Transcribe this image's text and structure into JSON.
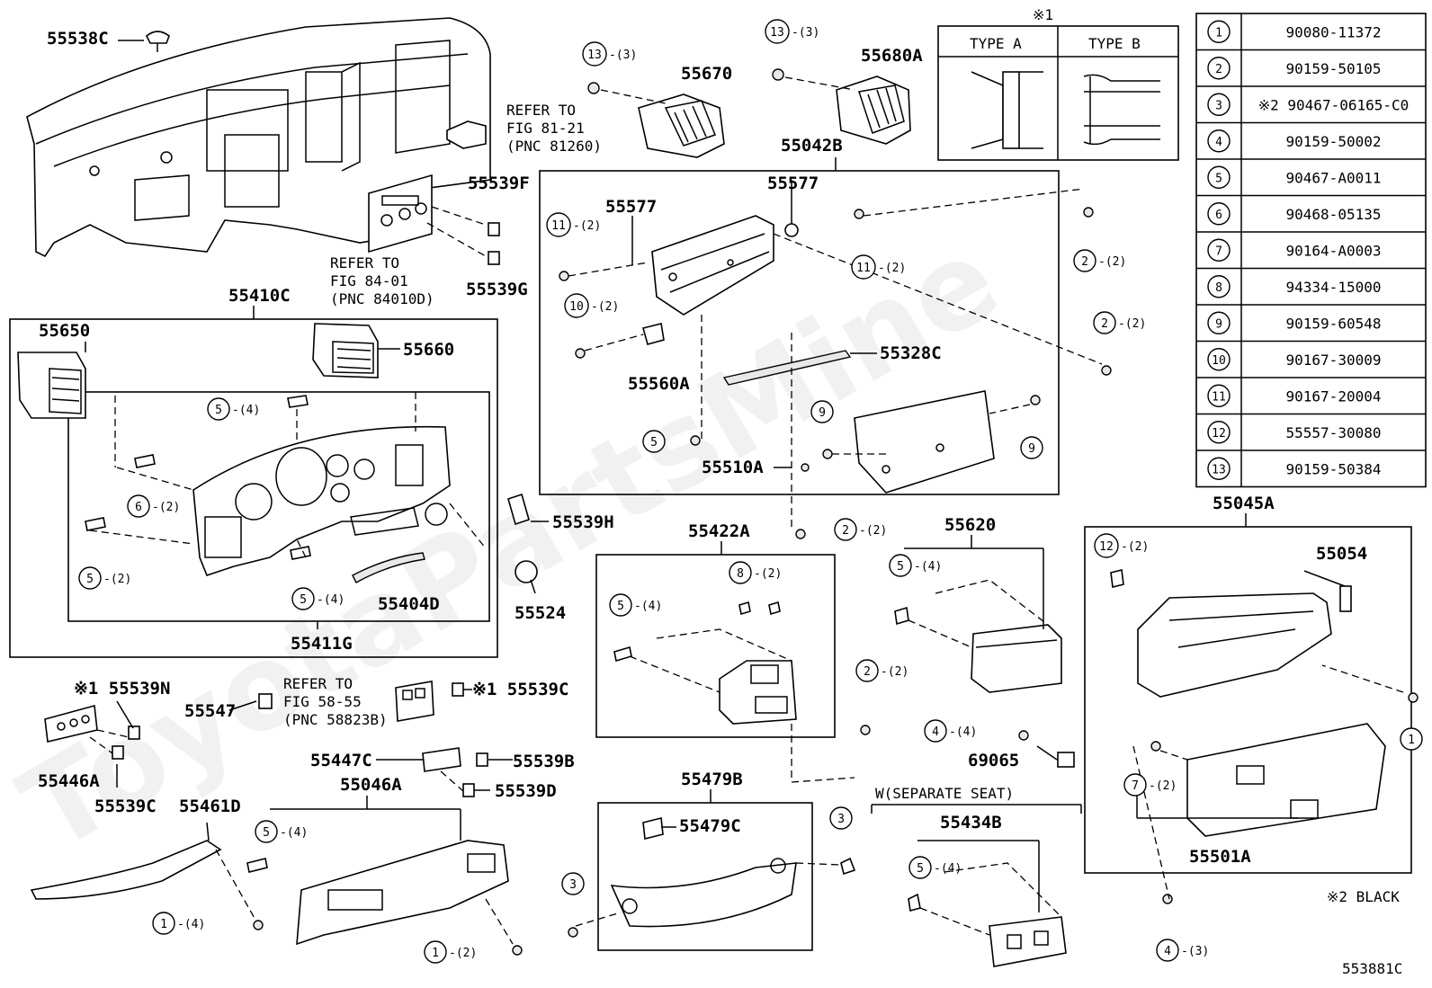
{
  "watermark": "ToyotaPartsMine",
  "image_code": "553881C",
  "footnote": "※2 BLACK",
  "type_box": {
    "mark": "※1",
    "type_a": "TYPE A",
    "type_b": "TYPE B"
  },
  "fastener_table": [
    {
      "no": "1",
      "part": "90080-11372"
    },
    {
      "no": "2",
      "part": "90159-50105"
    },
    {
      "no": "3",
      "part": "※2 90467-06165-C0"
    },
    {
      "no": "4",
      "part": "90159-50002"
    },
    {
      "no": "5",
      "part": "90467-A0011"
    },
    {
      "no": "6",
      "part": "90468-05135"
    },
    {
      "no": "7",
      "part": "90164-A0003"
    },
    {
      "no": "8",
      "part": "94334-15000"
    },
    {
      "no": "9",
      "part": "90159-60548"
    },
    {
      "no": "10",
      "part": "90167-30009"
    },
    {
      "no": "11",
      "part": "90167-20004"
    },
    {
      "no": "12",
      "part": "55557-30080"
    },
    {
      "no": "13",
      "part": "90159-50384"
    }
  ],
  "part_labels": {
    "p55538C": "55538C",
    "p55670": "55670",
    "p55680A": "55680A",
    "p55042B": "55042B",
    "p55577a": "55577",
    "p55577b": "55577",
    "p55539F": "55539F",
    "p55539G": "55539G",
    "p55410C": "55410C",
    "p55650": "55650",
    "p55660": "55660",
    "p55560A": "55560A",
    "p55328C": "55328C",
    "p55510A": "55510A",
    "p55539H": "55539H",
    "p55524": "55524",
    "p55404D": "55404D",
    "p55411G": "55411G",
    "p55422A": "55422A",
    "p55620": "55620",
    "p55045A": "55045A",
    "p55054": "55054",
    "p55539N": "※1 55539N",
    "p55547": "55547",
    "p55539C_top": "※1 55539C",
    "p55446A": "55446A",
    "p55447C": "55447C",
    "p55539B": "55539B",
    "p55539D": "55539D",
    "p55539C_bot": "55539C",
    "p55461D": "55461D",
    "p55046A": "55046A",
    "p55479B": "55479B",
    "p55479C": "55479C",
    "p55434B": "55434B",
    "p69065": "69065",
    "p55501A": "55501A"
  },
  "refer_notes": {
    "r1": [
      "REFER TO",
      "FIG 81-21",
      "(PNC 81260)"
    ],
    "r2": [
      "REFER TO",
      "FIG 84-01",
      "(PNC 84010D)"
    ],
    "r3": [
      "REFER TO",
      "FIG 58-55",
      "(PNC 58823B)"
    ]
  },
  "separate_seat": "W(SEPARATE SEAT)",
  "callouts": [
    {
      "id": "c13a",
      "no": "13",
      "qty": "-(3)"
    },
    {
      "id": "c13b",
      "no": "13",
      "qty": "-(3)"
    },
    {
      "id": "c11a",
      "no": "11",
      "qty": "-(2)"
    },
    {
      "id": "c11b",
      "no": "11",
      "qty": "-(2)"
    },
    {
      "id": "c2a",
      "no": "2",
      "qty": "-(2)"
    },
    {
      "id": "c2b",
      "no": "2",
      "qty": "-(2)"
    },
    {
      "id": "c10",
      "no": "10",
      "qty": "-(2)"
    },
    {
      "id": "c9a",
      "no": "9",
      "qty": ""
    },
    {
      "id": "c9b",
      "no": "9",
      "qty": ""
    },
    {
      "id": "c5a",
      "no": "5",
      "qty": ""
    },
    {
      "id": "c2c",
      "no": "2",
      "qty": "-(2)"
    },
    {
      "id": "c5b",
      "no": "5",
      "qty": "-(4)"
    },
    {
      "id": "c6",
      "no": "6",
      "qty": "-(2)"
    },
    {
      "id": "c5c",
      "no": "5",
      "qty": "-(2)"
    },
    {
      "id": "c5d",
      "no": "5",
      "qty": "-(4)"
    },
    {
      "id": "c5e",
      "no": "5",
      "qty": "-(4)"
    },
    {
      "id": "c8",
      "no": "8",
      "qty": "-(2)"
    },
    {
      "id": "c5f",
      "no": "5",
      "qty": "-(4)"
    },
    {
      "id": "c2d",
      "no": "2",
      "qty": "-(2)"
    },
    {
      "id": "c4a",
      "no": "4",
      "qty": "-(4)"
    },
    {
      "id": "c12",
      "no": "12",
      "qty": "-(2)"
    },
    {
      "id": "c7",
      "no": "7",
      "qty": "-(2)"
    },
    {
      "id": "c1a",
      "no": "1",
      "qty": ""
    },
    {
      "id": "c5g",
      "no": "5",
      "qty": "-(4)"
    },
    {
      "id": "c1b",
      "no": "1",
      "qty": "-(4)"
    },
    {
      "id": "c1c",
      "no": "1",
      "qty": "-(2)"
    },
    {
      "id": "c3a",
      "no": "3",
      "qty": ""
    },
    {
      "id": "c3b",
      "no": "3",
      "qty": ""
    },
    {
      "id": "c5h",
      "no": "5",
      "qty": "-(4)"
    },
    {
      "id": "c4b",
      "no": "4",
      "qty": "-(3)"
    }
  ]
}
